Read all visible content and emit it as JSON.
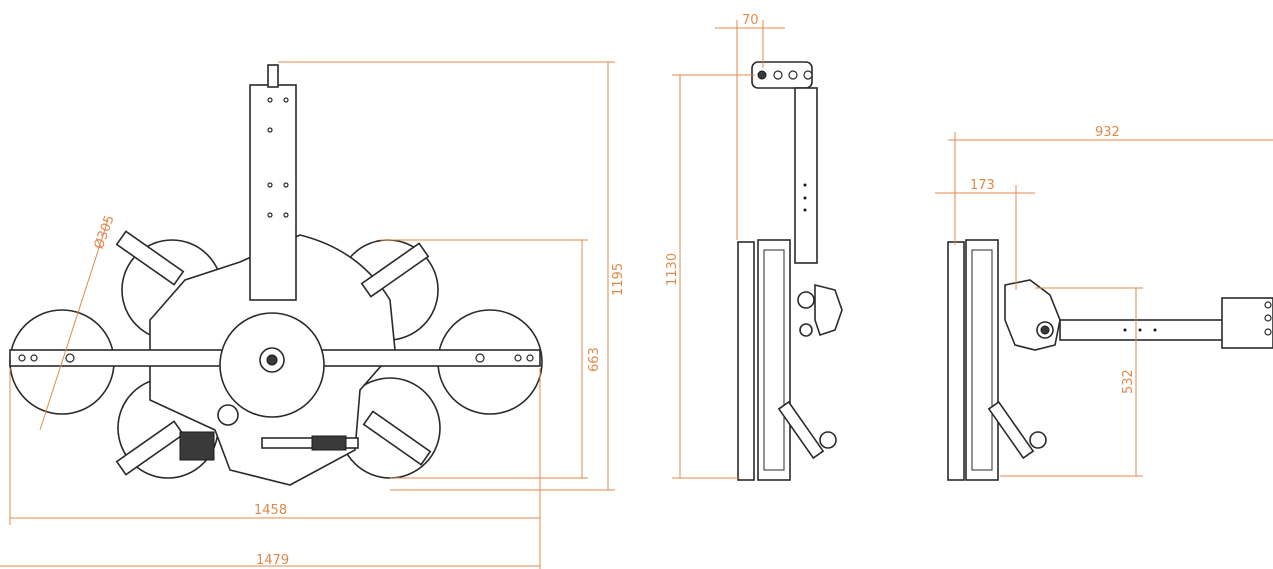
{
  "dimensions": {
    "front_view": {
      "cup_diameter": "Ø305",
      "total_height": "1195",
      "cup_span_height": "663",
      "inner_width": "1458",
      "overall_width": "1479"
    },
    "side_view": {
      "bracket_offset": "70",
      "total_height": "1130"
    },
    "extended_view": {
      "overall_depth": "932",
      "pivot_offset": "173",
      "arm_height": "532"
    }
  },
  "colors": {
    "dimension_lines": "#e08a4a",
    "linework": "#2a2a2a",
    "background": "#ffffff"
  }
}
